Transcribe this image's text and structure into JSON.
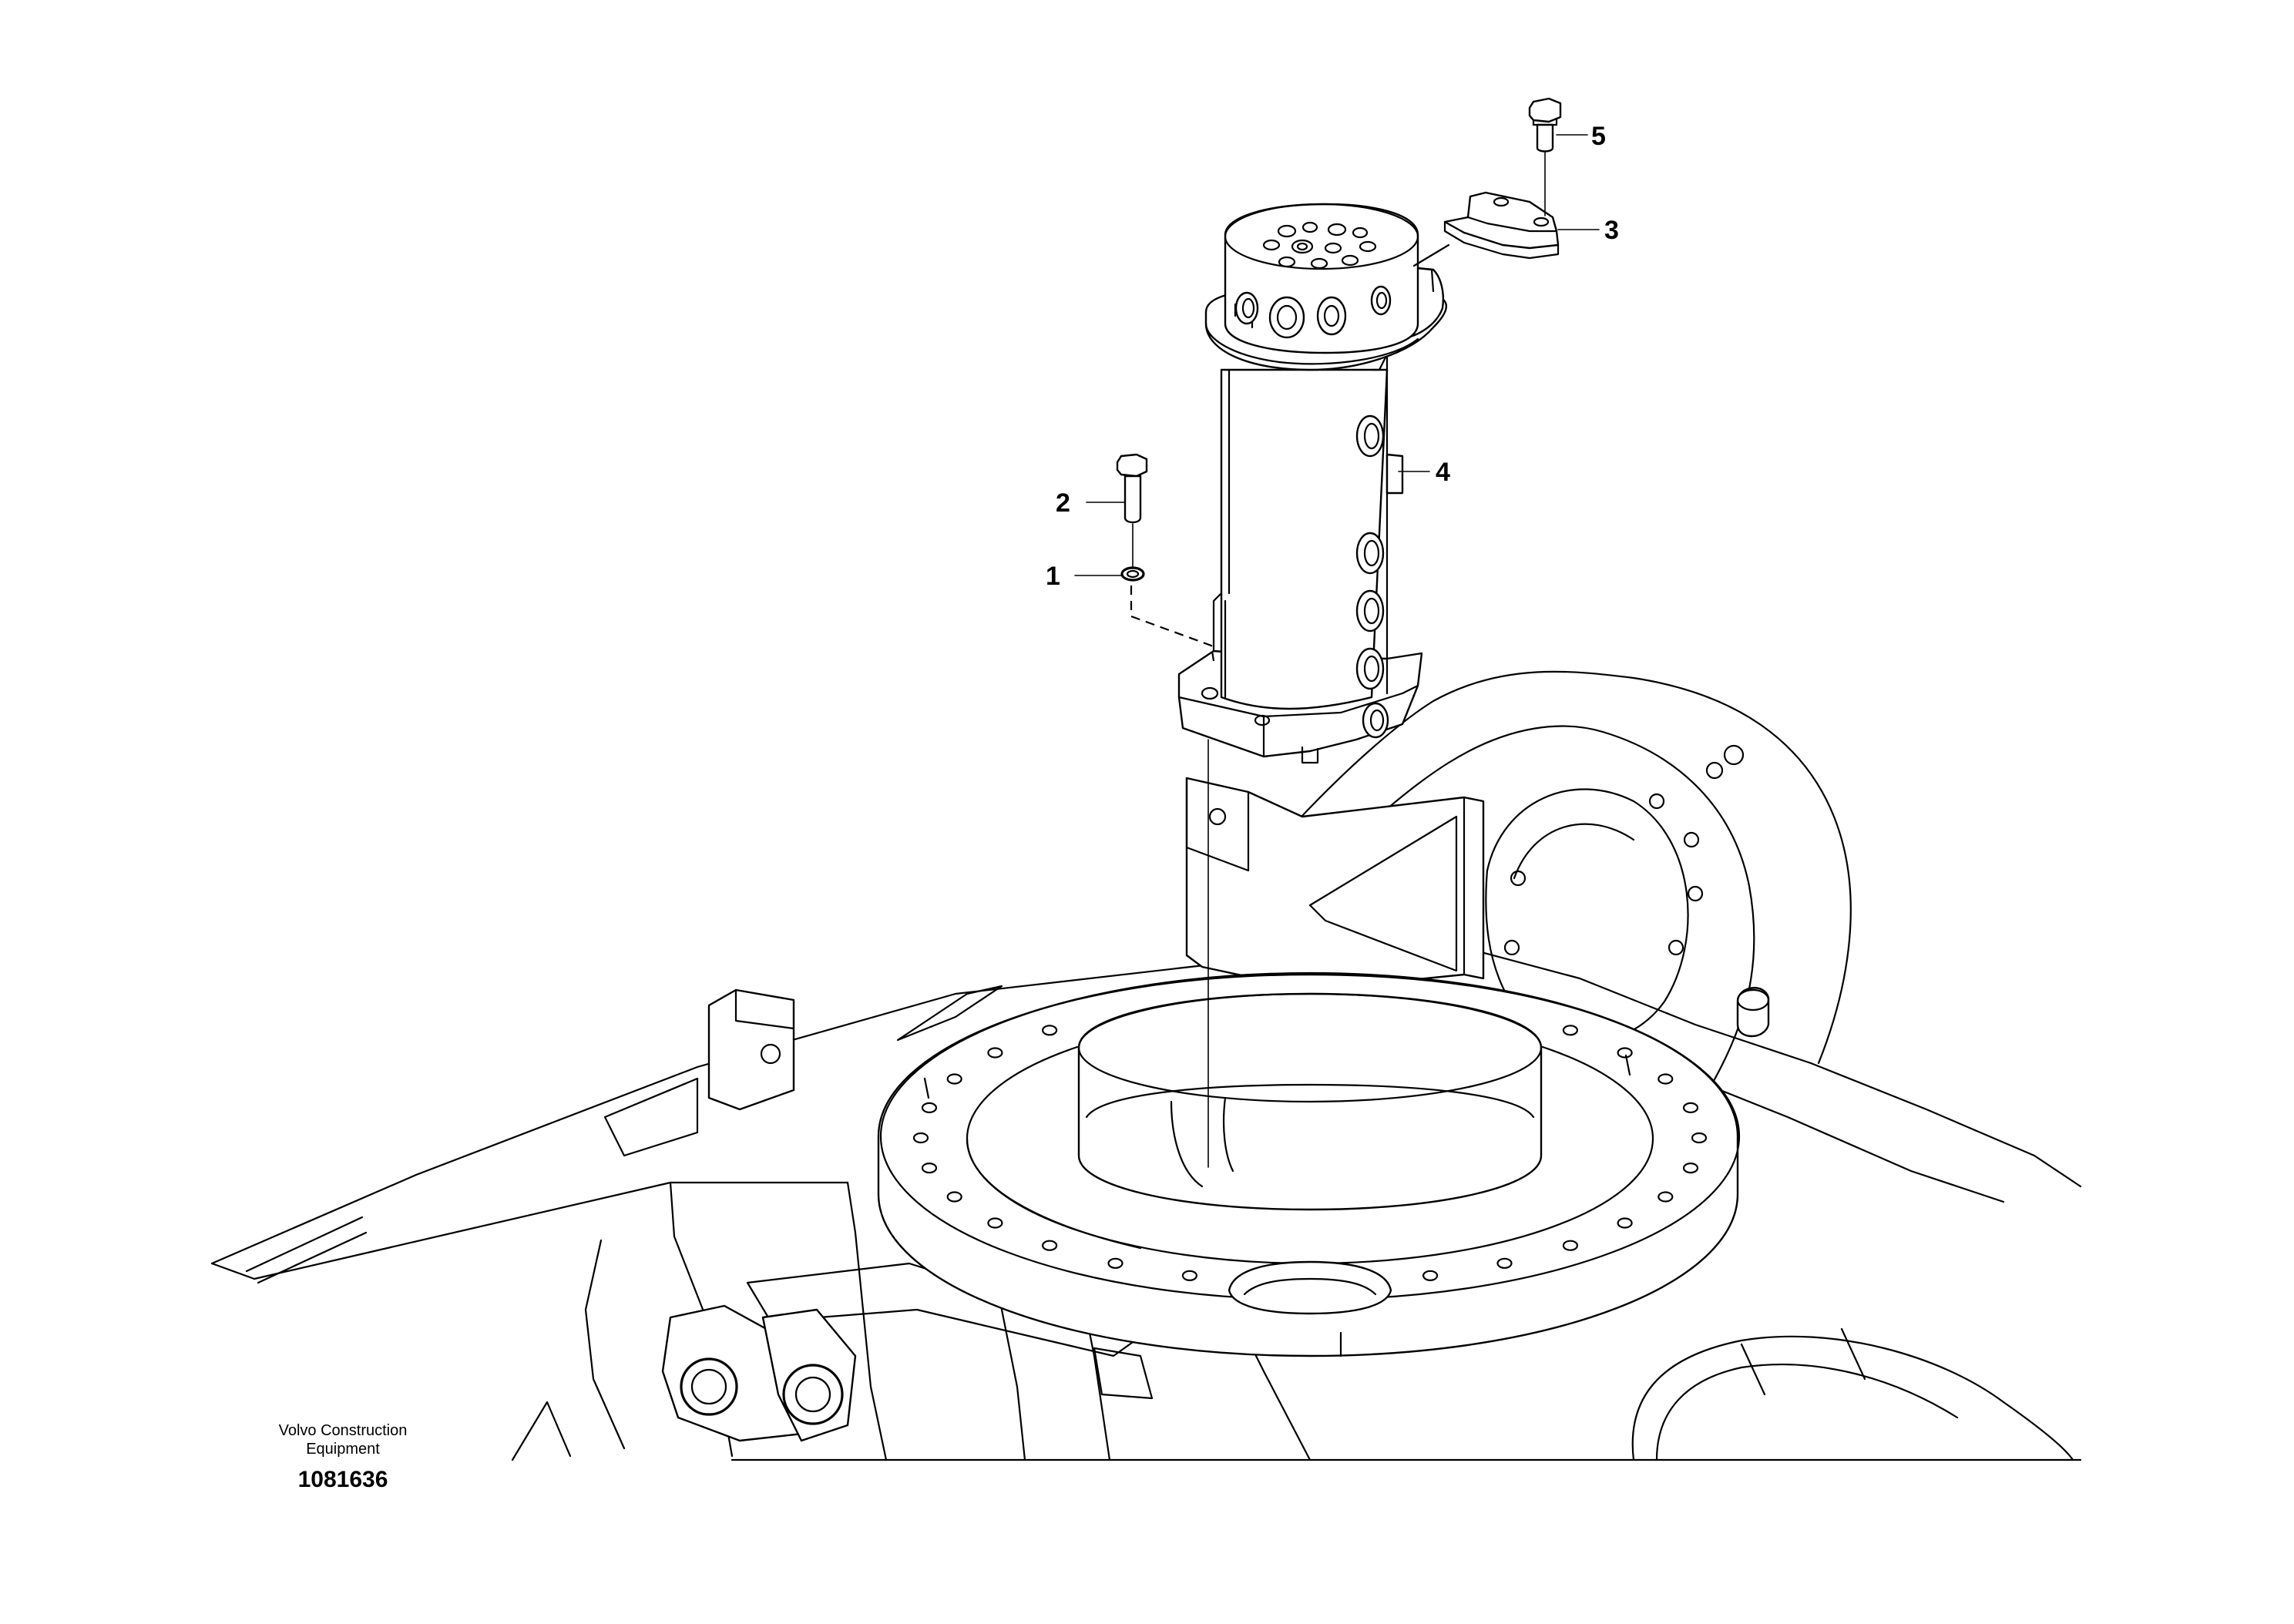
{
  "diagram": {
    "maker_line1": "Volvo Construction",
    "maker_line2": "Equipment",
    "document_number": "1081636"
  },
  "callouts": [
    {
      "id": "1",
      "label": "1"
    },
    {
      "id": "2",
      "label": "2"
    },
    {
      "id": "3",
      "label": "3"
    },
    {
      "id": "4",
      "label": "4"
    },
    {
      "id": "5",
      "label": "5"
    }
  ],
  "colors": {
    "line": "#000000",
    "background": "#ffffff"
  }
}
